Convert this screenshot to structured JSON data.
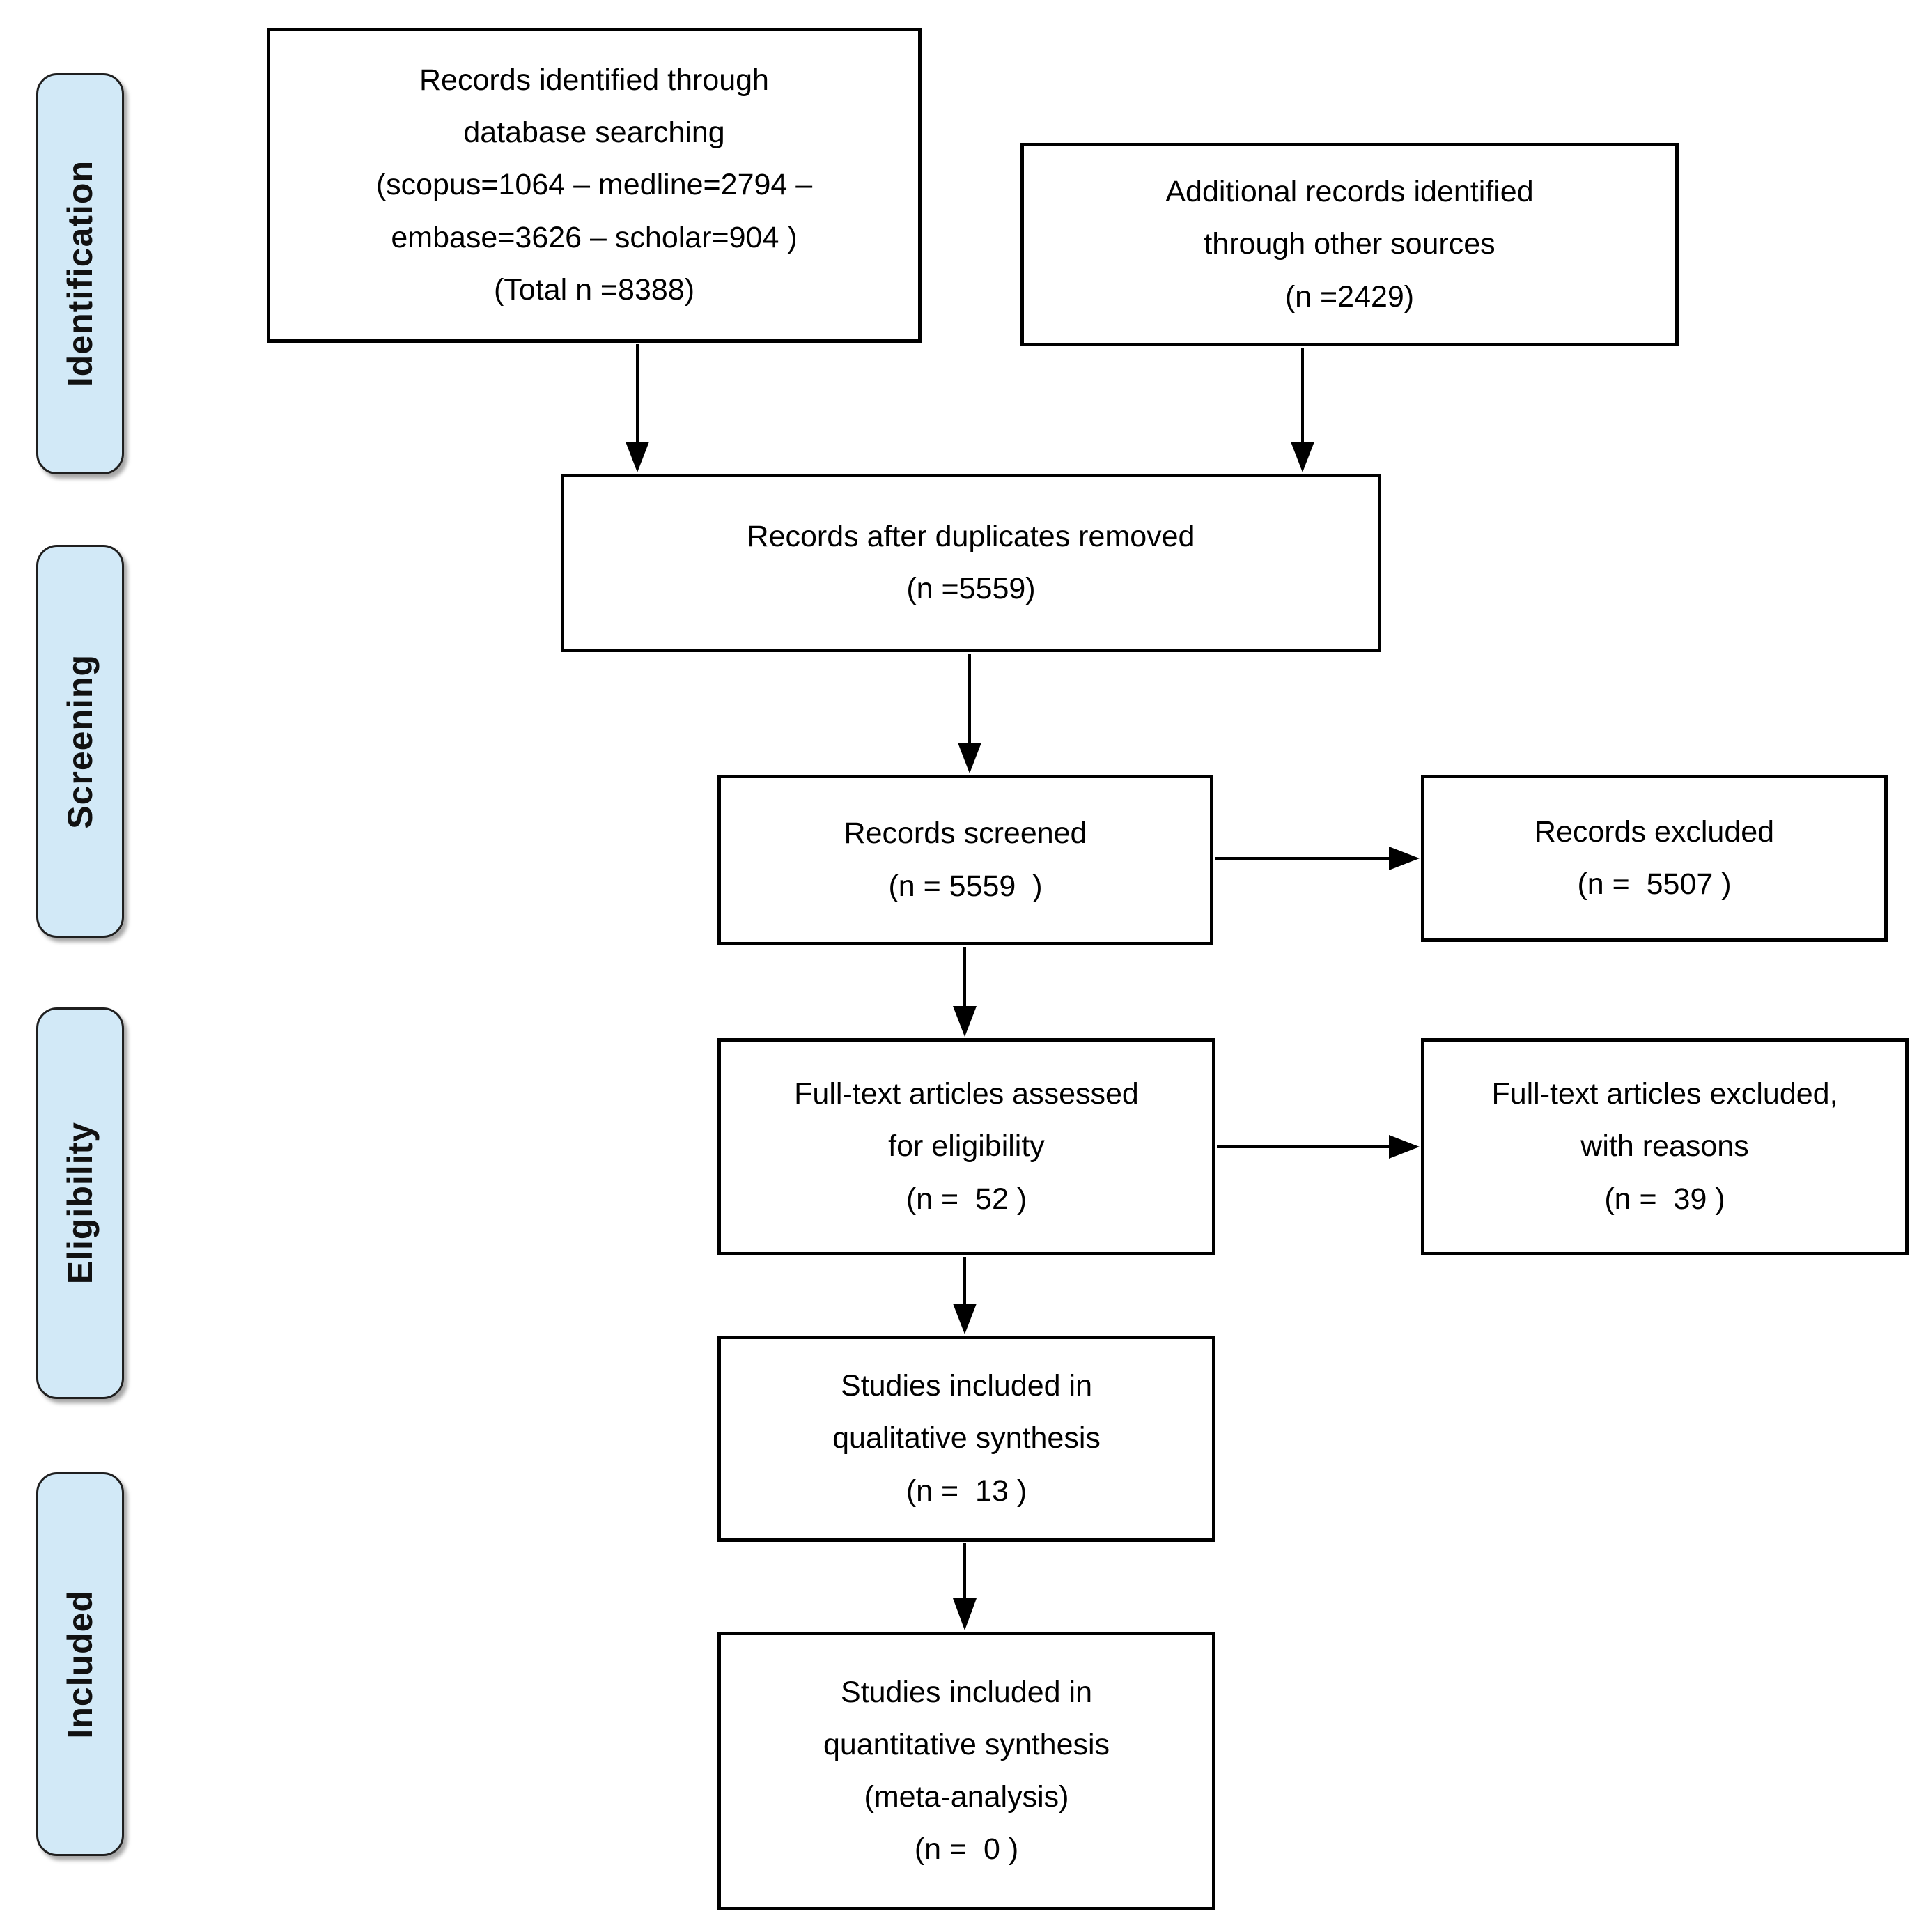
{
  "title": "PRISMA flow diagram",
  "colors": {
    "stage_fill": "#d2e9f7",
    "stage_border": "#1f1f1f",
    "box_border": "#000000",
    "box_fill": "#ffffff",
    "text": "#000000",
    "arrow": "#000000"
  },
  "sidebar": {
    "identification": "Identification",
    "screening": "Screening",
    "eligibility": "Eligibility",
    "included": "Included"
  },
  "boxes": {
    "records_identified": "Records identified through\ndatabase searching\n(scopus=1064 – medline=2794 –\nembase=3626 – scholar=904 )\n(Total n =8388)",
    "additional_records": "Additional records identified\nthrough other sources\n(n =2429)",
    "after_duplicates": "Records after duplicates removed\n(n =5559)",
    "records_screened": "Records screened\n(n = 5559  )",
    "records_excluded": "Records excluded\n(n =  5507 )",
    "fulltext_assessed": "Full-text articles assessed\nfor eligibility\n(n =  52 )",
    "fulltext_excluded": "Full-text articles excluded,\nwith reasons\n(n =  39 )",
    "qualitative_synthesis": "Studies included in\nqualitative synthesis\n(n =  13 )",
    "quantitative_synthesis": "Studies included in\nquantitative synthesis\n(meta-analysis)\n(n =  0 )"
  }
}
